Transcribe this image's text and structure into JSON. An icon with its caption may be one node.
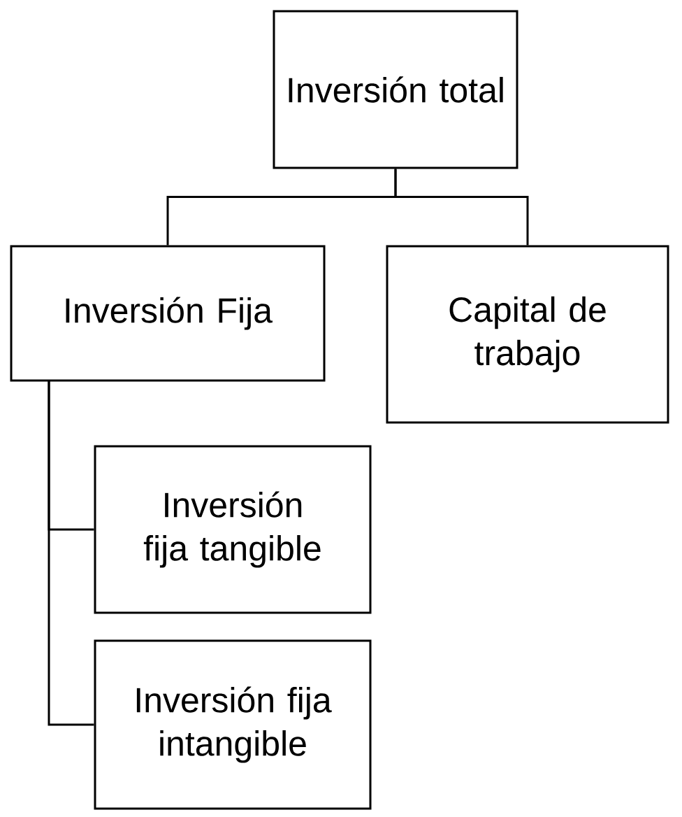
{
  "diagram": {
    "nodes": [
      {
        "text": [
          "Inversión total"
        ]
      },
      {
        "text": [
          "Inversión Fija"
        ]
      },
      {
        "text": [
          "Capital de trabajo"
        ]
      },
      {
        "text": [
          "Inversión fija tangible"
        ]
      },
      {
        "text": [
          "Inversión fija intangible"
        ]
      }
    ],
    "edges": [
      {
        "from": 0,
        "to": 1,
        "arrow": "none"
      },
      {
        "from": 0,
        "to": 2,
        "arrow": "none"
      },
      {
        "from": 1,
        "to": 3,
        "arrow": "none"
      },
      {
        "from": 1,
        "to": 4,
        "arrow": "none"
      }
    ]
  }
}
